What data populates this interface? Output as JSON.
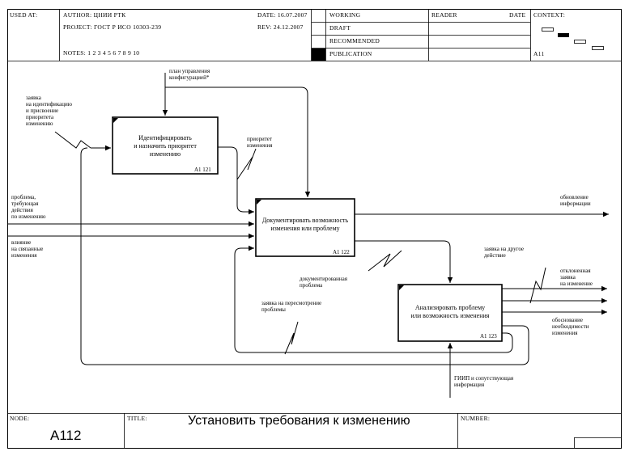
{
  "header": {
    "used_at": "USED AT:",
    "author": "AUTHOR: ЦНИИ РТК",
    "project": "PROJECT: ГОСТ Р ИСО 10303-239",
    "notes": "NOTES: 1 2 3 4 5 6 7 8 9 10",
    "date": "DATE: 16.07.2007",
    "rev": "REV: 24.12.2007",
    "status": [
      "WORKING",
      "DRAFT",
      "RECOMMENDED",
      "PUBLICATION"
    ],
    "reader": "READER",
    "reader_date": "DATE",
    "context": "CONTEXT:",
    "context_node": "A11"
  },
  "boxes": [
    {
      "title": "Идентифицировать\nи назначить приоритет\nизменению",
      "num": "A1 121"
    },
    {
      "title": "Документировать возможность\nизменения или проблему",
      "num": "A1 122"
    },
    {
      "title": "Анализировать проблему\nили возможность изменения",
      "num": "A1 123"
    }
  ],
  "labels": {
    "control_plan": "план управления\nконфигурацией*",
    "input_request": "заявка\nна идентификацию\nи присвоение\nприоритета\nизменению",
    "priority": "приоритет\nизменения",
    "problem": "проблема,\nтребующая\nдействия\nпо изменению",
    "influence": "влияние\nна связанные\nизменения",
    "update_info": "обновление\nинформации",
    "documented": "документированная\nпроблема",
    "other_action": "заявка на другое\nдействие",
    "rejected": "отклоненная\nзаявка\nна изменение",
    "reconsider": "заявка на пересмотрение\nпроблемы",
    "justification": "обоснование\nнеобходимости\nизменения",
    "mechanism": "ГИИП и сопутствующая\nинформация"
  },
  "footer": {
    "node_label": "NODE:",
    "node_value": "A112",
    "title_label": "TITLE:",
    "title_value": "Установить требования к изменению",
    "number_label": "NUMBER:"
  }
}
